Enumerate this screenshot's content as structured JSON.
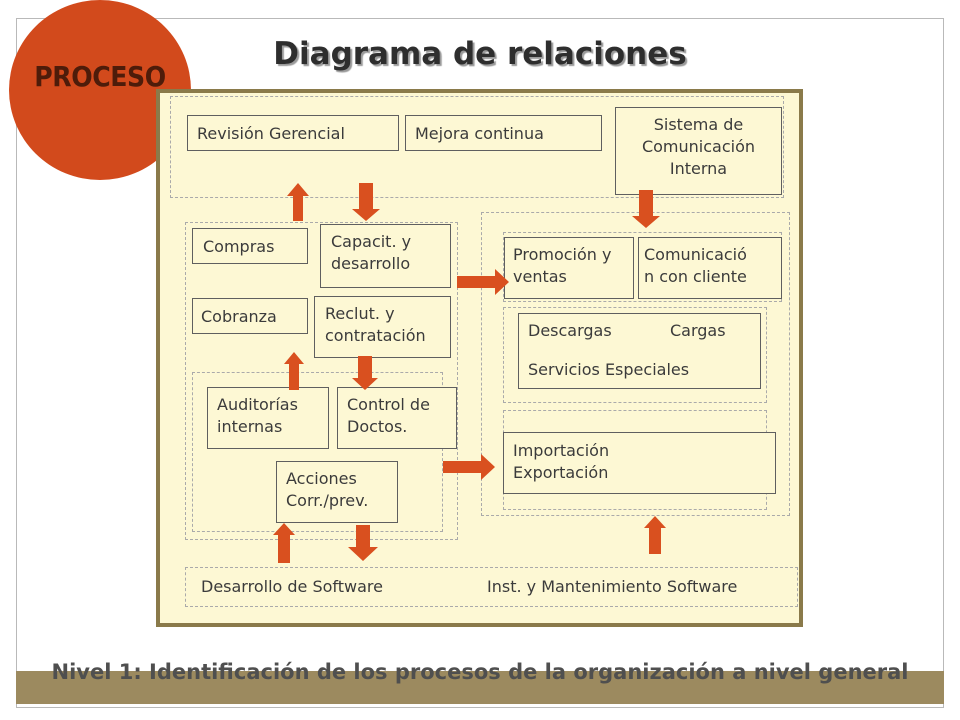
{
  "title": "Diagrama de relaciones",
  "badge": "PROCESO",
  "boxes": {
    "revision": "Revisión Gerencial",
    "mejora": "Mejora continua",
    "sistema": "Sistema de\nComunicación\nInterna",
    "compras": "Compras",
    "capacit": "Capacit. y\ndesarrollo",
    "cobranza": "Cobranza",
    "reclut": "Reclut. y\ncontratación",
    "promocion": "Promoción y\nventas",
    "comunicacion": "Comunicació\nn con cliente",
    "descargas": "Descargas",
    "cargas": "Cargas",
    "servicios": "Servicios Especiales",
    "auditorias": "Auditorías\ninternas",
    "control": "Control de\nDoctos.",
    "acciones": "Acciones\nCorr./prev.",
    "importacion": "Importación\nExportación",
    "software_dev": "Desarrollo de Software",
    "software_inst": "Inst. y Mantenimiento Software"
  },
  "footer": "Nivel 1: Identificación de los procesos de la organización a nivel general",
  "colors": {
    "badge": "#d24a1c",
    "arrow": "#d9501f",
    "panel": "#fdf8d4",
    "panel_border": "#8a7a4a",
    "footer_band": "#9c8a5f"
  }
}
